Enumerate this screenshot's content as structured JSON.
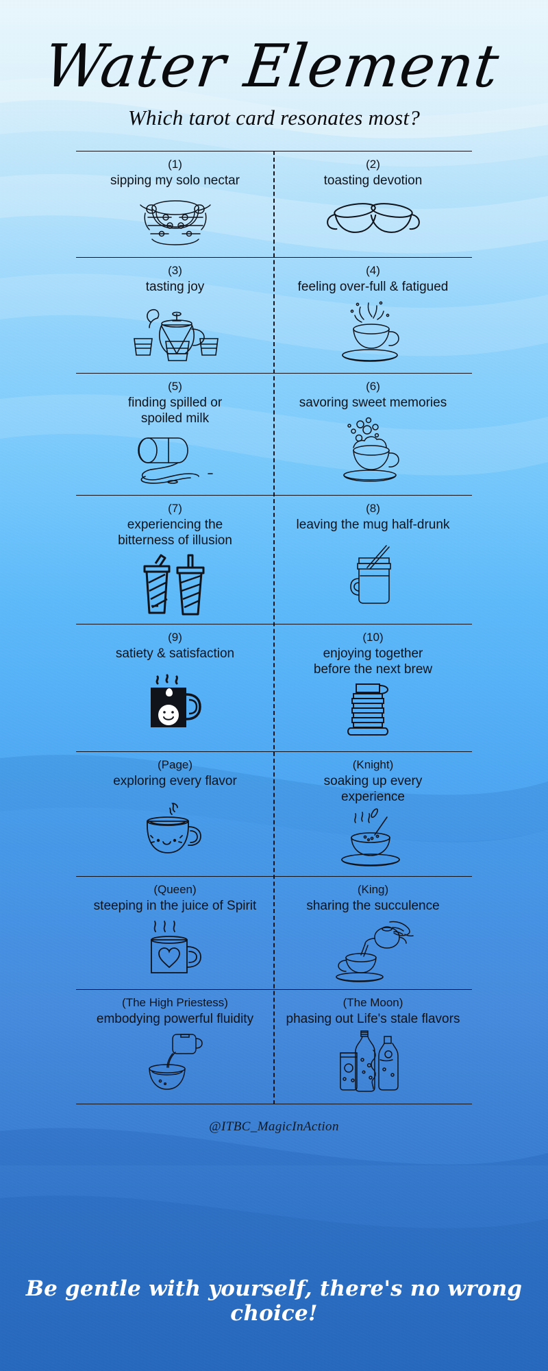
{
  "header": {
    "title": "Water Element",
    "subtitle": "Which tarot card resonates most?"
  },
  "cards": [
    {
      "rank": "(1)",
      "phrase": "sipping my solo nectar",
      "icon": "hands-holding-bowl-icon"
    },
    {
      "rank": "(2)",
      "phrase": "toasting devotion",
      "icon": "two-clinking-cups-icon"
    },
    {
      "rank": "(3)",
      "phrase": "tasting joy",
      "icon": "teapot-with-three-cups-icon"
    },
    {
      "rank": "(4)",
      "phrase": "feeling over-full & fatigued",
      "icon": "overflowing-splashing-cup-icon"
    },
    {
      "rank": "(5)",
      "phrase": "finding spilled or\nspoiled milk",
      "icon": "spilled-milk-carton-icon"
    },
    {
      "rank": "(6)",
      "phrase": "savoring sweet memories",
      "icon": "frothy-bowl-with-bubbles-icon"
    },
    {
      "rank": "(7)",
      "phrase": "experiencing the\nbitterness of illusion",
      "icon": "two-straw-cups-icon"
    },
    {
      "rank": "(8)",
      "phrase": "leaving the mug half-drunk",
      "icon": "mason-jar-with-straw-icon"
    },
    {
      "rank": "(9)",
      "phrase": "satiety & satisfaction",
      "icon": "filled-smiling-mug-icon"
    },
    {
      "rank": "(10)",
      "phrase": "enjoying together\nbefore the next brew",
      "icon": "stacked-cups-and-saucers-icon"
    },
    {
      "rank": "(Page)",
      "phrase": "exploring every flavor",
      "icon": "kawaii-smiling-mug-icon"
    },
    {
      "rank": "(Knight)",
      "phrase": "soaking up every\nexperience",
      "icon": "steaming-bowl-with-spoon-icon"
    },
    {
      "rank": "(Queen)",
      "phrase": "steeping in the juice of Spirit",
      "icon": "heart-mug-with-steam-icon"
    },
    {
      "rank": "(King)",
      "phrase": "sharing the succulence",
      "icon": "hand-pouring-teapot-icon"
    },
    {
      "rank": "(The High Priestess)",
      "phrase": "embodying powerful fluidity",
      "icon": "pouring-jug-into-bowl-icon"
    },
    {
      "rank": "(The Moon)",
      "phrase": "phasing out Life's stale flavors",
      "icon": "bottles-and-jars-icon"
    }
  ],
  "footer": {
    "credit": "@ITBC_MagicInAction",
    "closing": "Be gentle with yourself, there's no wrong choice!"
  },
  "colors": {
    "ink": "#10131a",
    "closing_text": "#ffffff",
    "bg_top": "#dff3fb",
    "bg_bottom": "#2f73c8"
  }
}
